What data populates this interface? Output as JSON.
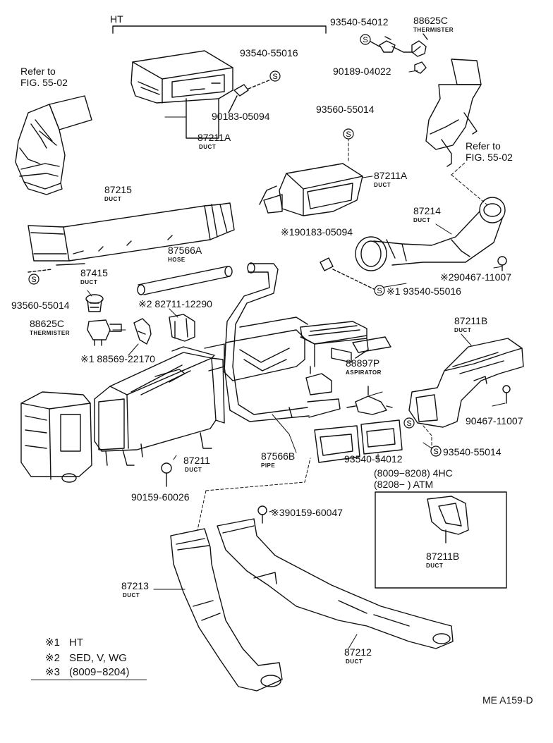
{
  "diagram": {
    "header": "HT",
    "code": "ME A159-D",
    "refs": {
      "left": [
        "Refer to",
        "FIG. 55-02"
      ],
      "right": [
        "Refer to",
        "FIG. 55-02"
      ]
    },
    "parts": [
      {
        "id": "p1",
        "number": "93540-54012"
      },
      {
        "id": "p2",
        "number": "88625C",
        "name": "THERMISTER"
      },
      {
        "id": "p3",
        "number": "93540-55016"
      },
      {
        "id": "p4",
        "number": "90189-04022"
      },
      {
        "id": "p5",
        "number": "90183-05094"
      },
      {
        "id": "p6",
        "number": "87211A",
        "name": "DUCT"
      },
      {
        "id": "p7",
        "number": "93560-55014"
      },
      {
        "id": "p8",
        "number": "87211A",
        "name": "DUCT"
      },
      {
        "id": "p9",
        "number": "87215",
        "name": "DUCT"
      },
      {
        "id": "p10",
        "number": "87214",
        "name": "DUCT"
      },
      {
        "id": "p11",
        "number": "※190183-05094"
      },
      {
        "id": "p12",
        "number": "87566A",
        "name": "HOSE"
      },
      {
        "id": "p13",
        "number": "87415",
        "name": "DUCT"
      },
      {
        "id": "p14",
        "number": "※290467-11007"
      },
      {
        "id": "p15",
        "number": "93560-55014"
      },
      {
        "id": "p16",
        "number": "※1 93540-55016"
      },
      {
        "id": "p17",
        "number": "※2 82711-12290"
      },
      {
        "id": "p18",
        "number": "88625C",
        "name": "THERMISTER"
      },
      {
        "id": "p19",
        "number": "87211B",
        "name": "DUCT"
      },
      {
        "id": "p20",
        "number": "※1 88569-22170"
      },
      {
        "id": "p21",
        "number": "88897P",
        "name": "ASPIRATOR"
      },
      {
        "id": "p22",
        "number": "90467-11007"
      },
      {
        "id": "p23",
        "number": "87211",
        "name": "DUCT"
      },
      {
        "id": "p24",
        "number": "87566B",
        "name": "PIPE"
      },
      {
        "id": "p25",
        "number": "93540-54012"
      },
      {
        "id": "p26",
        "number": "93540-55014"
      },
      {
        "id": "p27",
        "number": "90159-60026"
      },
      {
        "id": "p28",
        "number": "※390159-60047"
      },
      {
        "id": "p29",
        "number": "87211B",
        "name": "DUCT"
      },
      {
        "id": "p30",
        "number": "87213",
        "name": "DUCT"
      },
      {
        "id": "p31",
        "number": "87212",
        "name": "DUCT"
      }
    ],
    "inset": {
      "line1": "(8009−8208) 4HC",
      "line2": "(8208−          ) ATM"
    },
    "notes": [
      {
        "mark": "※1",
        "text": "HT"
      },
      {
        "mark": "※2",
        "text": "SED, V, WG"
      },
      {
        "mark": "※3",
        "text": "(8009−8204)"
      }
    ]
  }
}
